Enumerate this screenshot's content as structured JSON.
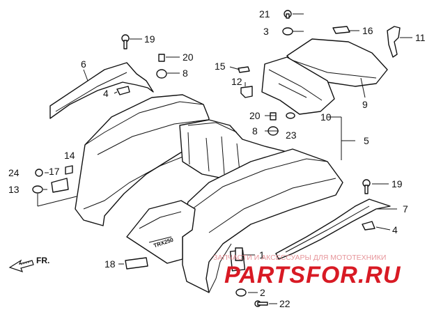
{
  "callouts": [
    {
      "id": "c1",
      "num": "1"
    },
    {
      "id": "c2",
      "num": "2"
    },
    {
      "id": "c3",
      "num": "3"
    },
    {
      "id": "c4a",
      "num": "4"
    },
    {
      "id": "c4b",
      "num": "4"
    },
    {
      "id": "c5",
      "num": "5"
    },
    {
      "id": "c6",
      "num": "6"
    },
    {
      "id": "c7",
      "num": "7"
    },
    {
      "id": "c8a",
      "num": "8"
    },
    {
      "id": "c8b",
      "num": "8"
    },
    {
      "id": "c9",
      "num": "9"
    },
    {
      "id": "c10",
      "num": "10"
    },
    {
      "id": "c11",
      "num": "11"
    },
    {
      "id": "c12",
      "num": "12"
    },
    {
      "id": "c13",
      "num": "13"
    },
    {
      "id": "c14",
      "num": "14"
    },
    {
      "id": "c15",
      "num": "15"
    },
    {
      "id": "c16",
      "num": "16"
    },
    {
      "id": "c17",
      "num": "17"
    },
    {
      "id": "c18",
      "num": "18"
    },
    {
      "id": "c19a",
      "num": "19"
    },
    {
      "id": "c19b",
      "num": "19"
    },
    {
      "id": "c20a",
      "num": "20"
    },
    {
      "id": "c20b",
      "num": "20"
    },
    {
      "id": "c21",
      "num": "21"
    },
    {
      "id": "c22",
      "num": "22"
    },
    {
      "id": "c23",
      "num": "23"
    },
    {
      "id": "c24",
      "num": "24"
    }
  ],
  "front_label": "FR.",
  "fender_badge": "TRX250",
  "watermark": {
    "tagline": "ЗАПЧАСТИ И АКСЕССУАРЫ ДЛЯ МОТОТЕХНИКИ",
    "brand": "PARTSFOR.RU",
    "brand_color": "#d81a24"
  }
}
